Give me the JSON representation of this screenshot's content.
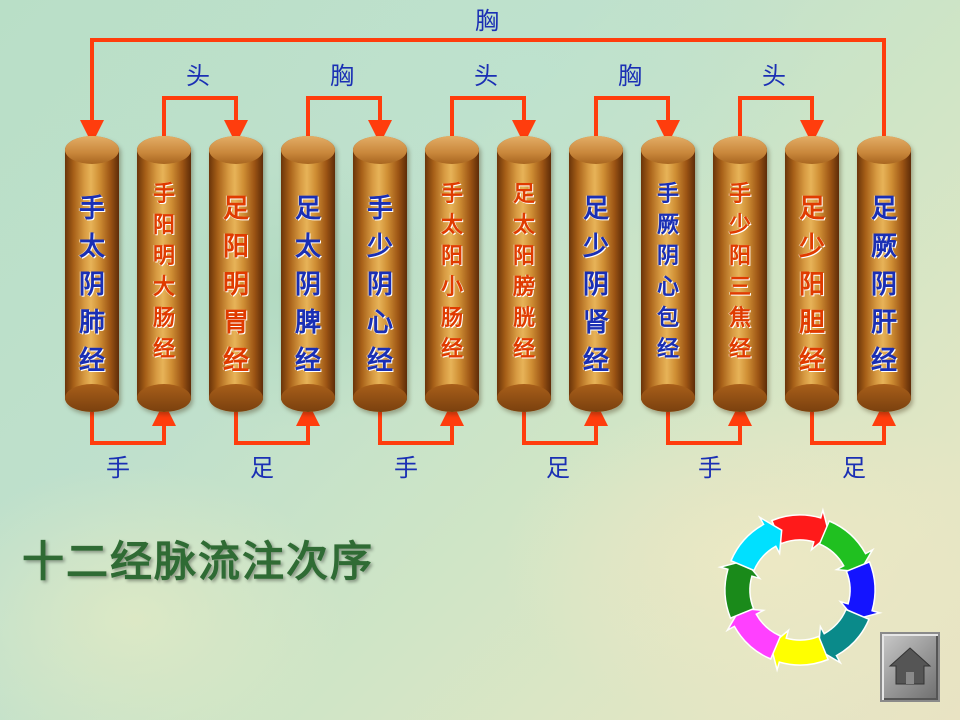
{
  "meridians": [
    {
      "name": "手太阴肺经",
      "color": "#1a2fb4"
    },
    {
      "name": "手阳明大肠经",
      "color": "#e03b00"
    },
    {
      "name": "足阳明胃经",
      "color": "#e03b00"
    },
    {
      "name": "足太阴脾经",
      "color": "#1a2fb4"
    },
    {
      "name": "手少阴心经",
      "color": "#1a2fb4"
    },
    {
      "name": "手太阳小肠经",
      "color": "#e03b00"
    },
    {
      "name": "足太阳膀胱经",
      "color": "#e03b00"
    },
    {
      "name": "足少阴肾经",
      "color": "#1a2fb4"
    },
    {
      "name": "手厥阴心包经",
      "color": "#1a2fb4"
    },
    {
      "name": "手少阳三焦经",
      "color": "#e03b00"
    },
    {
      "name": "足少阳胆经",
      "color": "#e03b00"
    },
    {
      "name": "足厥阴肝经",
      "color": "#1a2fb4"
    }
  ],
  "top_connector_label": "胸",
  "upper_connector_labels": [
    "头",
    "胸",
    "头",
    "胸",
    "头"
  ],
  "lower_connector_labels": [
    "手",
    "足",
    "手",
    "足",
    "手",
    "足"
  ],
  "title": "十二经脉流注次序",
  "colors": {
    "arrow": "#ff3d0d",
    "text_label": "#1a2fb4",
    "title": "#2f6b34"
  },
  "cycle_icon_colors": [
    "#ff1a1a",
    "#20c020",
    "#1414ff",
    "#0a8a8a",
    "#ffff00",
    "#ff40ff",
    "#1a8a1a",
    "#00e0ff"
  ],
  "home_button_icon": "home-icon"
}
